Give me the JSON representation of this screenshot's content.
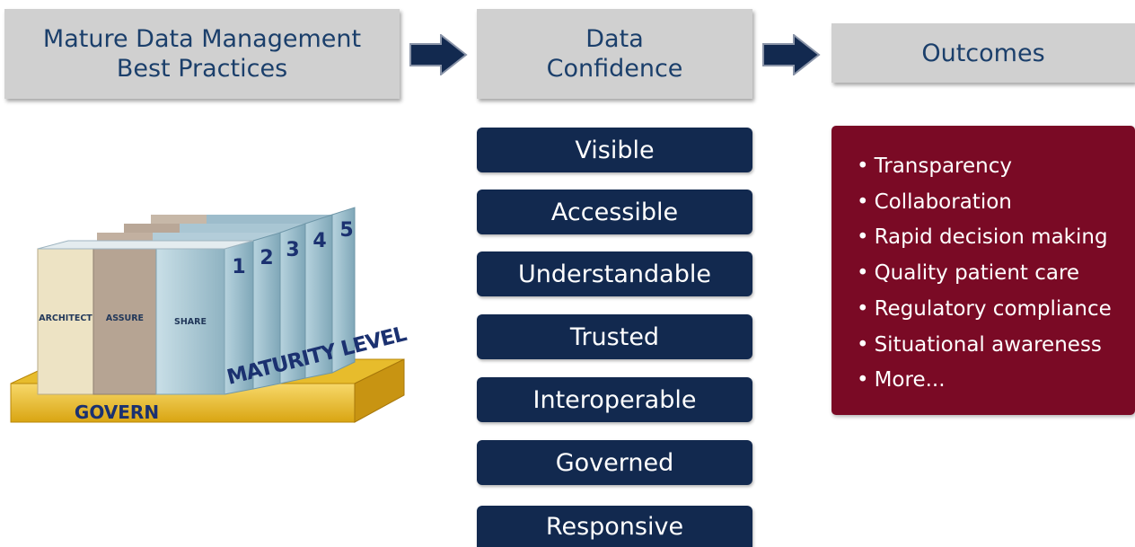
{
  "header": {
    "practices_line1": "Mature Data Management",
    "practices_line2": "Best Practices",
    "confidence_line1": "Data",
    "confidence_line2": "Confidence",
    "outcomes": "Outcomes"
  },
  "confidence_items": [
    "Visible",
    "Accessible",
    "Understandable",
    "Trusted",
    "Interoperable",
    "Governed",
    "Responsive"
  ],
  "outcomes_items": [
    "Transparency",
    "Collaboration",
    "Rapid decision making",
    "Quality patient care",
    "Regulatory compliance",
    "Situational awareness",
    "More..."
  ],
  "maturity_graphic": {
    "pillars": [
      "ARCHITECT",
      "ASSURE",
      "SHARE"
    ],
    "levels": [
      "1",
      "2",
      "3",
      "4",
      "5"
    ],
    "level_label": "MATURITY LEVEL",
    "base_label": "GOVERN"
  },
  "colors": {
    "header_bg": "#d0d0d0",
    "header_text": "#1b3f6b",
    "confidence_bg": "#12294f",
    "outcomes_bg": "#7a0a25",
    "arrow": "#12294f"
  }
}
